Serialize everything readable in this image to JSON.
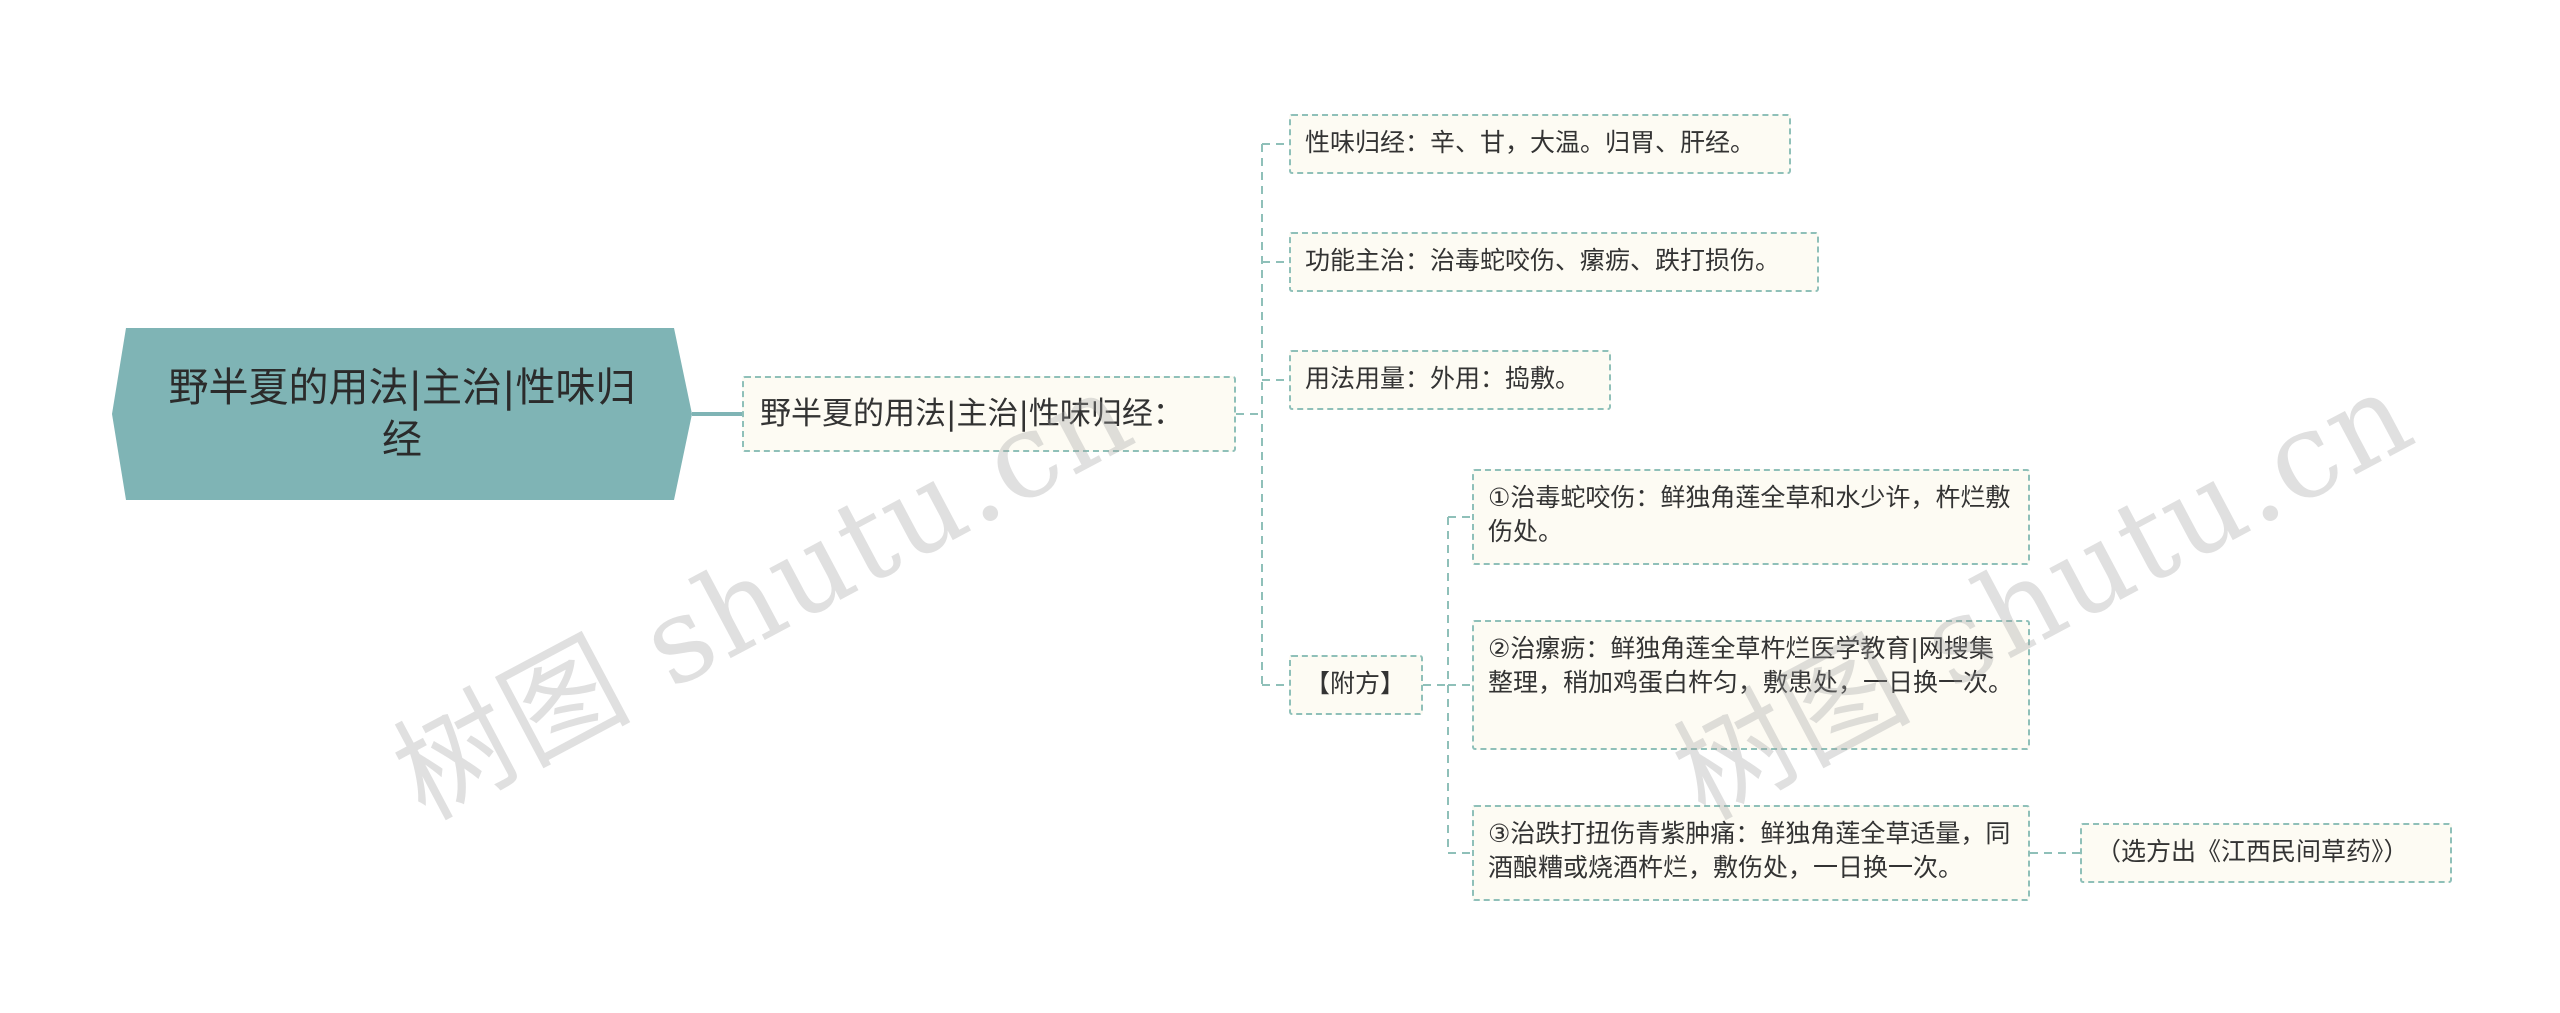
{
  "diagram": {
    "root": {
      "label": "野半夏的用法|主治|性味归经"
    },
    "level1": {
      "label": "野半夏的用法|主治|性味归经："
    },
    "branches": [
      {
        "id": "xingwei",
        "label": "性味归经：辛、甘，大温。归胃、肝经。"
      },
      {
        "id": "gongneng",
        "label": "功能主治：治毒蛇咬伤、瘰疬、跌打损伤。"
      },
      {
        "id": "yongfa",
        "label": "用法用量：外用：捣敷。"
      },
      {
        "id": "fufang",
        "label": "【附方】"
      }
    ],
    "fufang_items": [
      {
        "id": "f1",
        "label": "①治毒蛇咬伤：鲜独角莲全草和水少许，杵烂敷伤处。"
      },
      {
        "id": "f2",
        "label": "②治瘰疬：鲜独角莲全草杵烂医学教育|网搜集整理，稍加鸡蛋白杵匀，敷患处，一日换一次。"
      },
      {
        "id": "f3",
        "label": "③治跌打扭伤青紫肿痛：鲜独角莲全草适量，同酒酿糟或烧酒杵烂，敷伤处，一日换一次。"
      }
    ],
    "source_note": {
      "label": "（选方出《江西民间草药》）"
    }
  },
  "watermark": {
    "text": "树图 shutu.cn"
  },
  "colors": {
    "root_fill": "#7fb4b5",
    "connector": "#7fb4b5",
    "node_border": "#8fc0b9",
    "node_fill": "#fdfbf3",
    "text": "#333333"
  }
}
